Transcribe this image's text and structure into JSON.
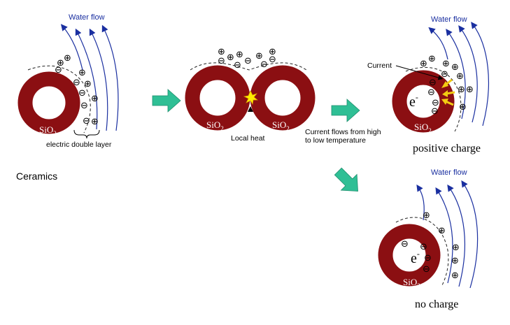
{
  "labels": {
    "water_flow": "Water flow",
    "sio2_base": "SiO",
    "sio2_sub": "2",
    "electric_double_layer": "electric double layer",
    "ceramics": "Ceramics",
    "local_heat": "Local heat",
    "current": "Current",
    "current_flows_line1": "Current flows from high",
    "current_flows_line2": "to low temperature",
    "positive_charge": "positive charge",
    "no_charge": "no charge",
    "electron_base": "e",
    "electron_sup": "-"
  },
  "colors": {
    "particle": "#8b0f12",
    "water_flow": "#1a2fa0",
    "process_arrow": "#2fbf95",
    "current_arrow": "#f2cc12",
    "heat_spark": "#ffee00"
  },
  "icons": {
    "plus": "⊕",
    "minus": "⊖",
    "process_arrow": "teal-right-arrow",
    "heat": "spark-star"
  }
}
